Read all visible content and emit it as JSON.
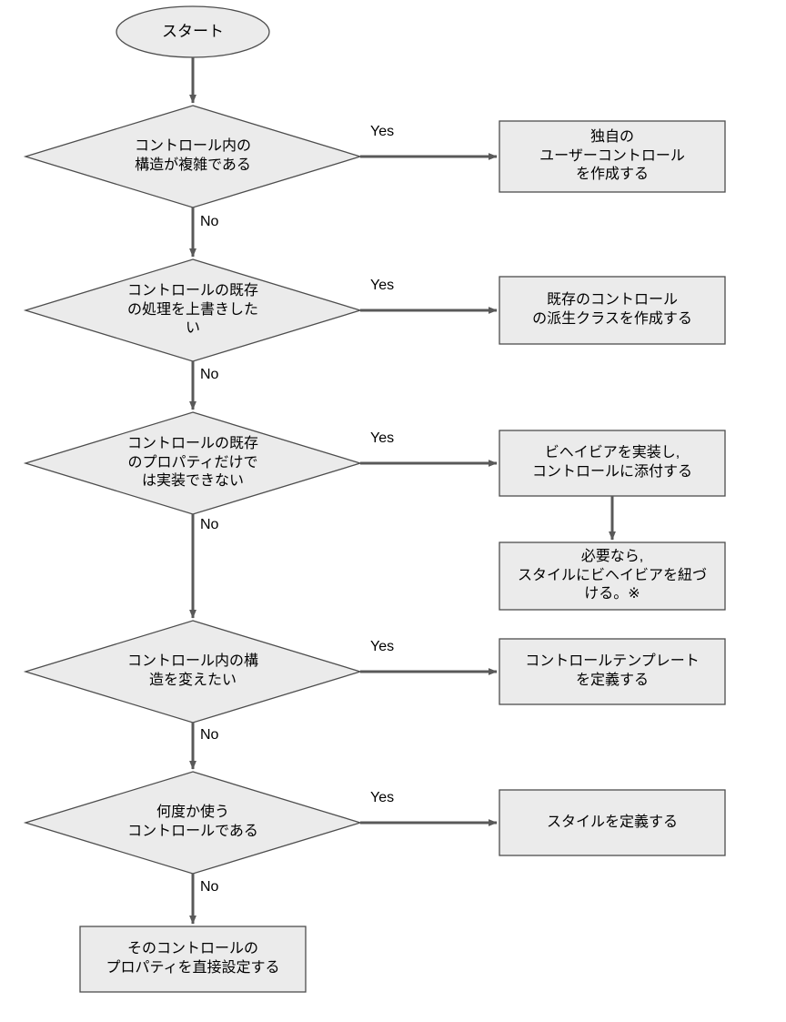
{
  "diagram": {
    "type": "flowchart",
    "title": "",
    "orientation": "top-to-bottom",
    "colors": {
      "node_fill": "#ebebeb",
      "node_stroke": "#4d4d4d",
      "edge": "#595959",
      "text": "#000000",
      "background": "#ffffff"
    },
    "nodes": [
      {
        "id": "start",
        "shape": "ellipse",
        "label": "スタート",
        "lines": [
          "スタート"
        ]
      },
      {
        "id": "d1",
        "shape": "diamond",
        "label": "コントロール内の構造が複雑である",
        "lines": [
          "コントロール内の",
          "構造が複雑である"
        ]
      },
      {
        "id": "p1",
        "shape": "process",
        "label": "独自のユーザーコントロールを作成する",
        "lines": [
          "独自の",
          "ユーザーコントロール",
          "を作成する"
        ]
      },
      {
        "id": "d2",
        "shape": "diamond",
        "label": "コントロールの既存の処理を上書きしたい",
        "lines": [
          "コントロールの既存",
          "の処理を上書きした",
          "い"
        ]
      },
      {
        "id": "p2",
        "shape": "process",
        "label": "既存のコントロールの派生クラスを作成する",
        "lines": [
          "既存のコントロール",
          "の派生クラスを作成する"
        ]
      },
      {
        "id": "d3",
        "shape": "diamond",
        "label": "コントロールの既存のプロパティだけでは実装できない",
        "lines": [
          "コントロールの既存",
          "のプロパティだけで",
          "は実装できない"
        ]
      },
      {
        "id": "p3",
        "shape": "process",
        "label": "ビヘイビアを実装し，コントロールに添付する",
        "lines": [
          "ビヘイビアを実装し,",
          "コントロールに添付する"
        ]
      },
      {
        "id": "p4",
        "shape": "process",
        "label": "必要なら，スタイルにビヘイビアを紐づける。※",
        "lines": [
          "必要なら,",
          "スタイルにビヘイビアを紐づ",
          "ける。※"
        ]
      },
      {
        "id": "d4",
        "shape": "diamond",
        "label": "コントロール内の構造を変えたい",
        "lines": [
          "コントロール内の構",
          "造を変えたい"
        ]
      },
      {
        "id": "p5",
        "shape": "process",
        "label": "コントロールテンプレートを定義する",
        "lines": [
          "コントロールテンプレート",
          "を定義する"
        ]
      },
      {
        "id": "d5",
        "shape": "diamond",
        "label": "何度か使うコントロールである",
        "lines": [
          "何度か使う",
          "コントロールである"
        ]
      },
      {
        "id": "p6",
        "shape": "process",
        "label": "スタイルを定義する",
        "lines": [
          "スタイルを定義する"
        ]
      },
      {
        "id": "p7",
        "shape": "process",
        "label": "そのコントロールのプロパティを直接設定する",
        "lines": [
          "そのコントロールの",
          "プロパティを直接設定する"
        ]
      }
    ],
    "edges": [
      {
        "from": "start",
        "to": "d1",
        "label": ""
      },
      {
        "from": "d1",
        "to": "p1",
        "label": "Yes"
      },
      {
        "from": "d1",
        "to": "d2",
        "label": "No"
      },
      {
        "from": "d2",
        "to": "p2",
        "label": "Yes"
      },
      {
        "from": "d2",
        "to": "d3",
        "label": "No"
      },
      {
        "from": "d3",
        "to": "p3",
        "label": "Yes"
      },
      {
        "from": "p3",
        "to": "p4",
        "label": ""
      },
      {
        "from": "d3",
        "to": "d4",
        "label": "No"
      },
      {
        "from": "d4",
        "to": "p5",
        "label": "Yes"
      },
      {
        "from": "d4",
        "to": "d5",
        "label": "No"
      },
      {
        "from": "d5",
        "to": "p6",
        "label": "Yes"
      },
      {
        "from": "d5",
        "to": "p7",
        "label": "No"
      }
    ],
    "labels": {
      "yes": "Yes",
      "no": "No"
    }
  }
}
